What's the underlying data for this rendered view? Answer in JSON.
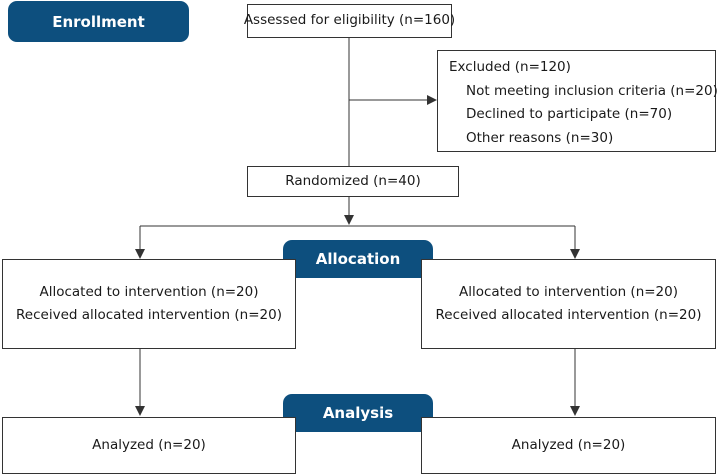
{
  "stages": {
    "enrollment": "Enrollment",
    "allocation": "Allocation",
    "analysis": "Analysis"
  },
  "assessed": "Assessed for eligibility (n=160)",
  "excluded": {
    "title": "Excluded (n=120)",
    "reasons": [
      "Not meeting inclusion criteria (n=20)",
      "Declined to participate (n=70)",
      "Other reasons (n=30)"
    ]
  },
  "randomized": "Randomized (n=40)",
  "arms": [
    {
      "allocated": "Allocated to intervention (n=20)",
      "received": "Received allocated intervention (n=20)",
      "analyzed": "Analyzed (n=20)"
    },
    {
      "allocated": "Allocated to intervention (n=20)",
      "received": "Received allocated intervention (n=20)",
      "analyzed": "Analyzed (n=20)"
    }
  ],
  "colors": {
    "stage_fill": "#0d4f7e",
    "stage_text": "#ffffff",
    "line": "#333333"
  }
}
